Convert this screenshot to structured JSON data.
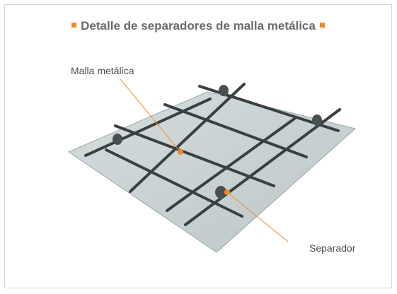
{
  "title": "Detalle de separadores de malla metálica",
  "labels": {
    "mesh": "Malla metálica",
    "spacer": "Separador"
  },
  "colors": {
    "accent": "#f28a2a",
    "plate_fill": "#c9d3d3",
    "plate_edge": "#9aa6a6",
    "bar": "#3a3f42",
    "spacer": "#4a4f52"
  }
}
